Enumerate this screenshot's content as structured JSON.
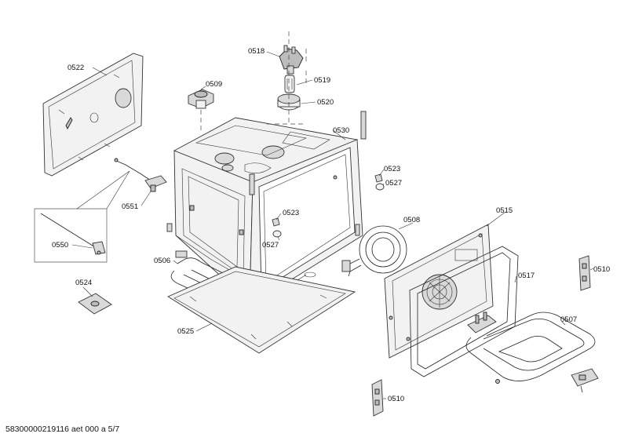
{
  "labels": {
    "p0522": "0522",
    "p0518": "0518",
    "p0519": "0519",
    "p0520": "0520",
    "p0509": "0509",
    "p0530": "0530",
    "p0523a": "0523",
    "p0527a": "0527",
    "p0523b": "0523",
    "p0527b": "0527",
    "p0551": "0551",
    "p0550": "0550",
    "p0506": "0506",
    "p0508": "0508",
    "p0515": "0515",
    "p0517": "0517",
    "p0510a": "0510",
    "p0524": "0524",
    "p0525": "0525",
    "p0507": "0507",
    "p0510b": "0510"
  },
  "footer": "58300000219116 aet 000 a 5/7"
}
